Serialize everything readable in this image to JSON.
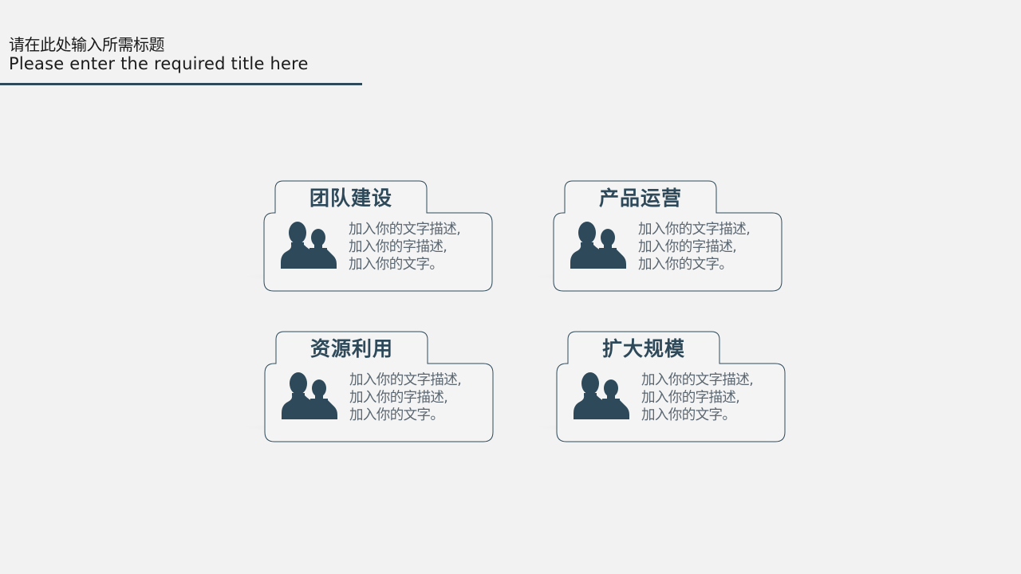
{
  "header": {
    "title_cn": "请在此处输入所需标题",
    "title_en": "Please enter the required title here"
  },
  "colors": {
    "background": "#f2f2f2",
    "accent": "#2e4a5a",
    "text": "#5a6670"
  },
  "cards": [
    {
      "title": "团队建设",
      "icon": "people-icon",
      "lines": [
        "加入你的文字描述,",
        "加入你的字描述,",
        "加入你的文字。"
      ]
    },
    {
      "title": "产品运营",
      "icon": "people-icon",
      "lines": [
        "加入你的文字描述,",
        "加入你的字描述,",
        "加入你的文字。"
      ]
    },
    {
      "title": "资源利用",
      "icon": "people-icon",
      "lines": [
        "加入你的文字描述,",
        "加入你的字描述,",
        "加入你的文字。"
      ]
    },
    {
      "title": "扩大规模",
      "icon": "people-icon",
      "lines": [
        "加入你的文字描述,",
        "加入你的字描述,",
        "加入你的文字。"
      ]
    }
  ]
}
